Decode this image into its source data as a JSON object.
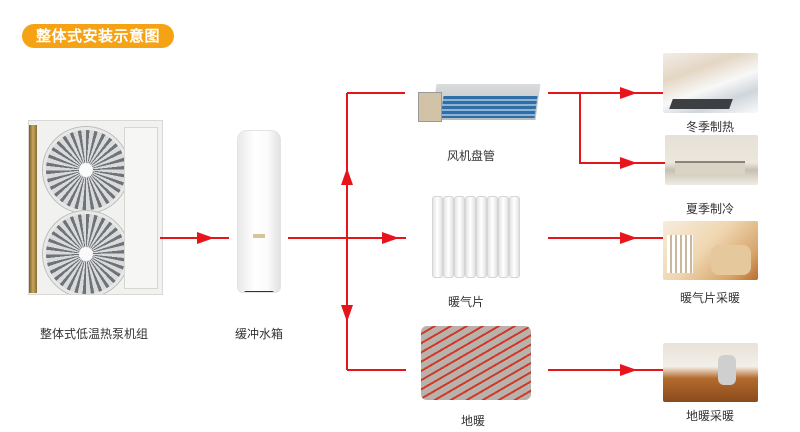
{
  "title_badge": "整体式安装示意图",
  "colors": {
    "badge": "#f5a314",
    "arrow": "#e8141c",
    "text": "#333333"
  },
  "nodes": {
    "heat_pump": {
      "label": "整体式低温热泵机组",
      "icon": "heat-pump-unit-image"
    },
    "buffer_tank": {
      "label": "缓冲水箱",
      "icon": "water-tank-image"
    },
    "fan_coil": {
      "label": "风机盘管",
      "icon": "fan-coil-image"
    },
    "radiator": {
      "label": "暖气片",
      "icon": "radiator-image"
    },
    "floor_heating": {
      "label": "地暖",
      "icon": "floor-heating-pipes-image"
    }
  },
  "outputs": {
    "winter_heating": {
      "label": "冬季制热",
      "icon": "bathroom-photo"
    },
    "summer_cooling": {
      "label": "夏季制冷",
      "icon": "living-room-photo"
    },
    "radiator_heating": {
      "label": "暖气片采暖",
      "icon": "radiator-room-photo"
    },
    "floor_heating_use": {
      "label": "地暖采暖",
      "icon": "family-floor-photo"
    }
  },
  "flows": [
    [
      "heat_pump",
      "buffer_tank"
    ],
    [
      "buffer_tank",
      "fan_coil"
    ],
    [
      "buffer_tank",
      "radiator"
    ],
    [
      "buffer_tank",
      "floor_heating"
    ],
    [
      "fan_coil",
      "winter_heating"
    ],
    [
      "fan_coil",
      "summer_cooling"
    ],
    [
      "radiator",
      "radiator_heating"
    ],
    [
      "floor_heating",
      "floor_heating_use"
    ]
  ]
}
